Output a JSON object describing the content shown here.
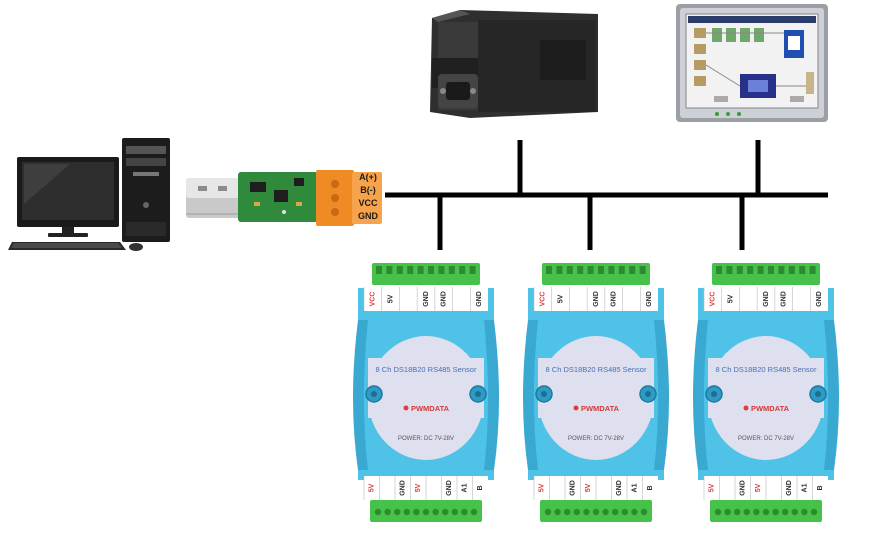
{
  "usb_adapter": {
    "pins": [
      "A(+)",
      "B(-)",
      "VCC",
      "GND"
    ]
  },
  "io_modules": [
    {
      "top_pins": [
        "VCC",
        "5V",
        "",
        "GND",
        "GND",
        "",
        "GND"
      ],
      "bottom_pins": [
        "5V",
        "",
        "GND",
        "5V",
        "",
        "GND",
        "A1",
        "B"
      ],
      "title": "8 Ch DS18B20 RS485 Sensor",
      "brand": "PWMDATA",
      "power": "POWER: DC 7V-28V"
    },
    {
      "top_pins": [
        "VCC",
        "5V",
        "",
        "GND",
        "GND",
        "",
        "GND"
      ],
      "bottom_pins": [
        "5V",
        "",
        "GND",
        "5V",
        "",
        "GND",
        "A1",
        "B"
      ],
      "title": "8 Ch DS18B20 RS485 Sensor",
      "brand": "PWMDATA",
      "power": "POWER: DC 7V-28V"
    },
    {
      "top_pins": [
        "VCC",
        "5V",
        "",
        "GND",
        "GND",
        "",
        "GND"
      ],
      "bottom_pins": [
        "5V",
        "",
        "GND",
        "5V",
        "",
        "GND",
        "A1",
        "B"
      ],
      "title": "8 Ch DS18B20 RS485 Sensor",
      "brand": "PWMDATA",
      "power": "POWER: DC 7V-28V"
    }
  ],
  "colors": {
    "bus": "#000000",
    "module_body": "#4fc2e8",
    "module_label": "#dfe0ef",
    "terminal_green": "#46c24a",
    "usb_board": "#2f8a3b",
    "usb_terminal": "#f08a24",
    "pin_label_red": "#e23b3b"
  }
}
